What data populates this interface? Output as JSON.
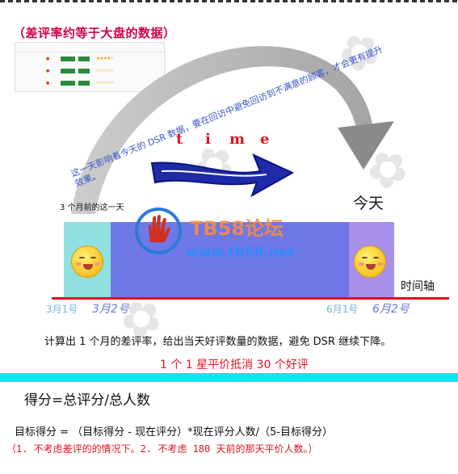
{
  "title": "（差评率约等于大盘的数据）",
  "arc_text": "这一天影响着今天的 DSR 数据，要在回访中避免回访到不满意的顾客，才会更有提升效果。",
  "time_word": [
    "t",
    "i",
    "m",
    "e"
  ],
  "timeline": {
    "start_caption": "3 个月前的这一天",
    "end_caption": "今天",
    "axis_label": "时间轴",
    "start_date": "3月1号",
    "start_date_next": "3月2号",
    "end_date": "6月1号",
    "end_date_next": "6月2号"
  },
  "description": "计算出 1 个月的差评率，给出当天好评数量的数据，避免 DSR 继续下降。",
  "rule": "1 个 1 星平价抵消 30 个好评",
  "formula_main": "得分=总评分/总人数",
  "formula_target": "目标得分 = （目标得分 - 现在评分）*现在评分人数/（5-目标得分）",
  "note": "（1. 不考虑差评的的情况下。2. 不考虑 180 天前的那天平价人数。）",
  "watermark": {
    "brand": "TB58论坛",
    "url": "www.tb58.net"
  },
  "colors": {
    "title": "#d0004a",
    "arc_text": "#3a56c8",
    "time": "#e0141e",
    "timeline_body": "#6e78e6",
    "timeline_start": "#8fe0e0",
    "timeline_end": "#a890e8",
    "axis": "#e01020",
    "divider": "#12e4f0"
  }
}
